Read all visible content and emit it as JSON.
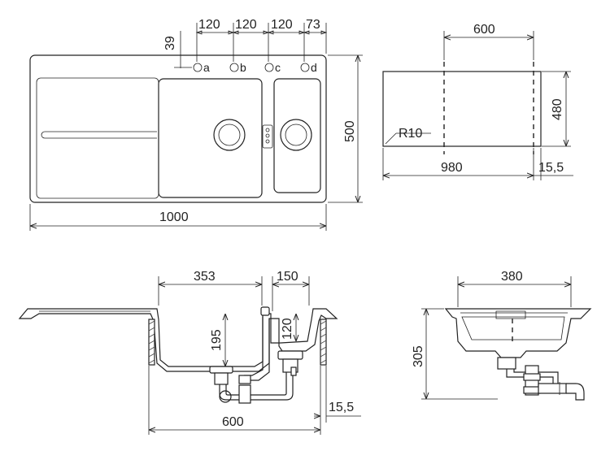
{
  "top_view": {
    "spacing_1": "120",
    "spacing_2": "120",
    "spacing_3": "120",
    "spacing_4": "73",
    "offset_top": "39",
    "tap_hole_a": "a",
    "tap_hole_b": "b",
    "tap_hole_c": "c",
    "tap_hole_d": "d",
    "depth": "500",
    "length": "1000"
  },
  "cutout_view": {
    "width_top": "600",
    "height": "480",
    "radius": "R10",
    "length": "980",
    "margin": "15,5"
  },
  "section_view": {
    "main_bowl_width": "353",
    "small_bowl_width": "150",
    "main_bowl_depth": "195",
    "small_bowl_depth": "120",
    "cabinet_width": "600",
    "edge": "15,5"
  },
  "side_view": {
    "width": "380",
    "depth": "305"
  }
}
